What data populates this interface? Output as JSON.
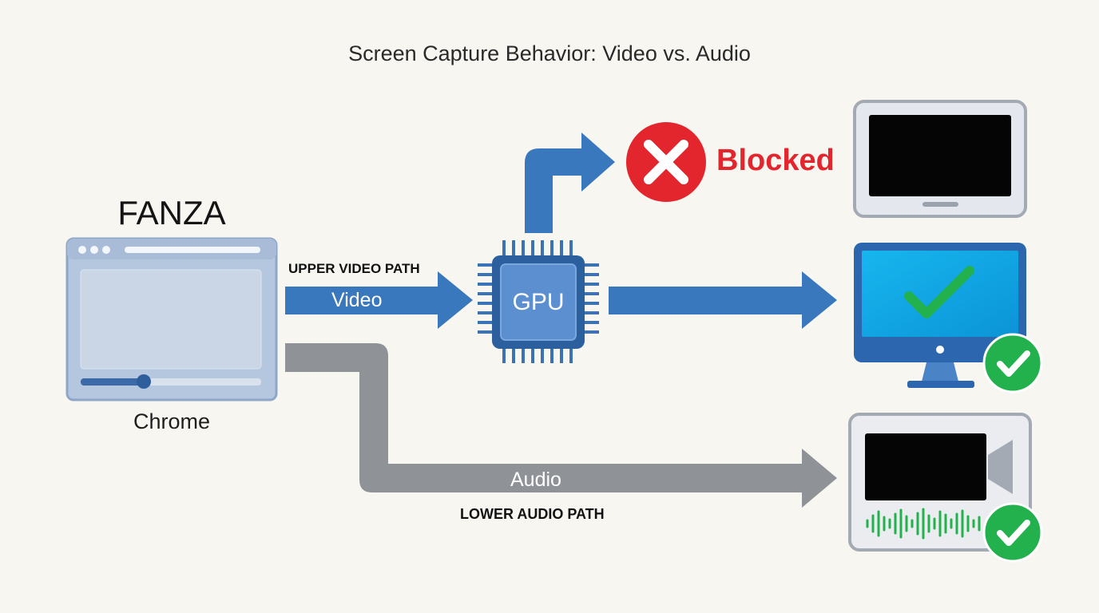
{
  "title": "Screen Capture Behavior: Video vs. Audio",
  "source": {
    "service_label": "FANZA",
    "browser_label": "Chrome"
  },
  "video_path": {
    "caption": "UPPER VIDEO PATH",
    "label": "Video"
  },
  "gpu": {
    "label": "GPU"
  },
  "blocked": {
    "label": "Blocked",
    "icon": "x-circle-icon",
    "color": "#e3262d"
  },
  "audio_path": {
    "label": "Audio",
    "caption": "LOWER AUDIO PATH"
  },
  "outputs": [
    {
      "name": "tablet-black-screen",
      "status": "blocked"
    },
    {
      "name": "monitor-video-ok",
      "status": "ok"
    },
    {
      "name": "camera-audio-ok",
      "status": "ok"
    }
  ],
  "colors": {
    "video_blue": "#3a78bd",
    "audio_gray": "#8f9398",
    "check_green": "#23b14d",
    "blocked_red": "#e3262d"
  }
}
